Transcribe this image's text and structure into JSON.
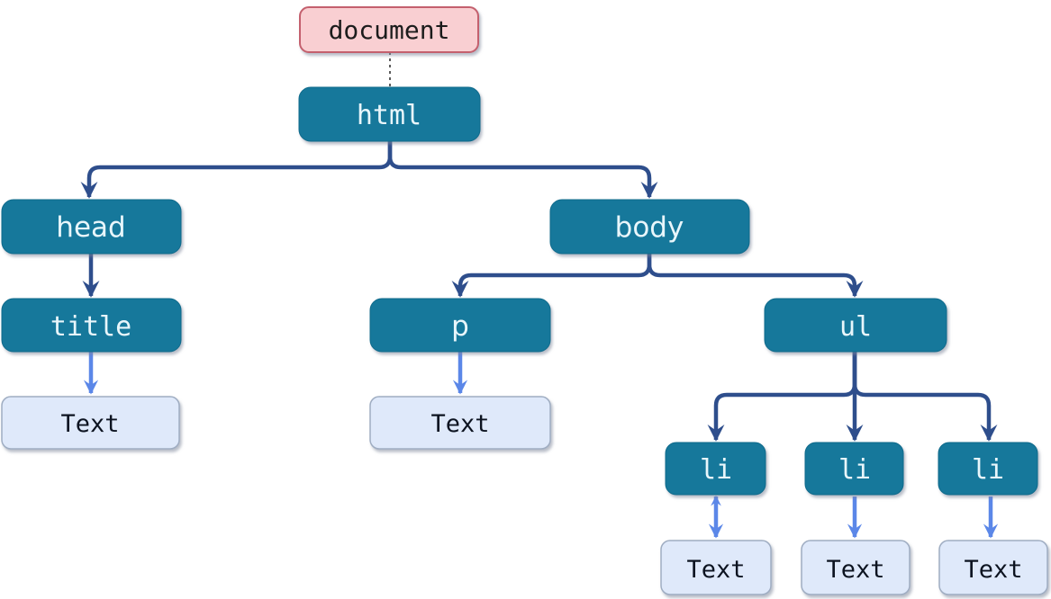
{
  "diagram": {
    "kind": "dom-tree",
    "nodes": [
      {
        "id": "document",
        "label": "document",
        "type": "document-root"
      },
      {
        "id": "html",
        "label": "html",
        "type": "element"
      },
      {
        "id": "head",
        "label": "head",
        "type": "element"
      },
      {
        "id": "body",
        "label": "body",
        "type": "element"
      },
      {
        "id": "title",
        "label": "title",
        "type": "element"
      },
      {
        "id": "p",
        "label": "p",
        "type": "element"
      },
      {
        "id": "ul",
        "label": "ul",
        "type": "element"
      },
      {
        "id": "li-1",
        "label": "li",
        "type": "element"
      },
      {
        "id": "li-2",
        "label": "li",
        "type": "element"
      },
      {
        "id": "li-3",
        "label": "li",
        "type": "element"
      },
      {
        "id": "text-title",
        "label": "Text",
        "type": "text-node"
      },
      {
        "id": "text-p",
        "label": "Text",
        "type": "text-node"
      },
      {
        "id": "text-li-1",
        "label": "Text",
        "type": "text-node"
      },
      {
        "id": "text-li-2",
        "label": "Text",
        "type": "text-node"
      },
      {
        "id": "text-li-3",
        "label": "Text",
        "type": "text-node"
      }
    ],
    "edges": [
      {
        "from": "document",
        "to": "html",
        "style": "dashed",
        "arrow": "none"
      },
      {
        "from": "html",
        "to": "head",
        "style": "solid-dark",
        "arrow": "to"
      },
      {
        "from": "html",
        "to": "body",
        "style": "solid-dark",
        "arrow": "to"
      },
      {
        "from": "head",
        "to": "title",
        "style": "solid-dark",
        "arrow": "to"
      },
      {
        "from": "body",
        "to": "p",
        "style": "solid-dark",
        "arrow": "to"
      },
      {
        "from": "body",
        "to": "ul",
        "style": "solid-dark",
        "arrow": "to"
      },
      {
        "from": "title",
        "to": "text-title",
        "style": "solid-light",
        "arrow": "to"
      },
      {
        "from": "p",
        "to": "text-p",
        "style": "solid-light",
        "arrow": "to"
      },
      {
        "from": "ul",
        "to": "li-1",
        "style": "solid-dark",
        "arrow": "to"
      },
      {
        "from": "ul",
        "to": "li-2",
        "style": "solid-dark",
        "arrow": "to"
      },
      {
        "from": "ul",
        "to": "li-3",
        "style": "solid-dark",
        "arrow": "to"
      },
      {
        "from": "li-1",
        "to": "text-li-1",
        "style": "solid-light",
        "arrow": "both"
      },
      {
        "from": "li-2",
        "to": "text-li-2",
        "style": "solid-light",
        "arrow": "to"
      },
      {
        "from": "li-3",
        "to": "text-li-3",
        "style": "solid-light",
        "arrow": "to"
      }
    ]
  },
  "colors": {
    "element_fill": "#16789b",
    "element_border": "#0f6a8b",
    "element_text": "#e8f6fb",
    "document_fill": "#f9cfd2",
    "document_border": "#c4606e",
    "document_text": "#1c1c1c",
    "text_node_fill": "#dfe9fa",
    "text_node_border": "#9fadc2",
    "text_node_text": "#0c1320",
    "edge_dark": "#2e4e8c",
    "edge_light": "#5b87e8",
    "edge_dashed": "#333333"
  }
}
